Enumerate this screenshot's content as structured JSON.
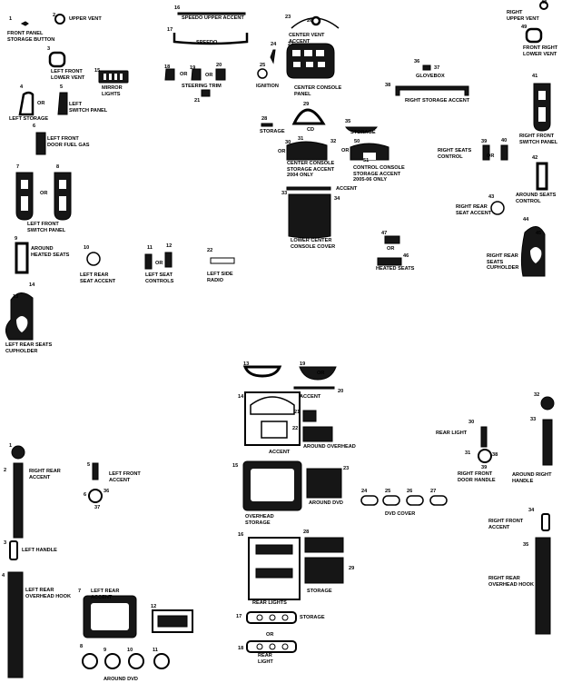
{
  "colors": {
    "ink": "#000000",
    "paper": "#ffffff",
    "piece": "#161616",
    "trim": "#e8e8e8"
  },
  "labels": [
    "FRONT PANEL\nSTORAGE BUTTON",
    "UPPER VENT",
    "SPEEDO UPPER ACCENT",
    "SPEEDO",
    "CENTER VENT\nACCENT",
    "CENTER CONSOLE\nPANEL",
    "IGNITION",
    "STEERING TRIM",
    "LEFT FRONT\nLOWER VENT",
    "MIRROR\nLIGHTS",
    "LEFT STORAGE",
    "LEFT\nSWITCH PANEL",
    "LEFT FRONT\nDOOR FUEL GAS",
    "LEFT FRONT\nSWITCH PANEL",
    "AROUND\nHEATED SEATS",
    "LEFT REAR\nSEAT ACCENT",
    "LEFT SEAT\nCONTROLS",
    "LEFT SIDE\nRADIO",
    "LEFT REAR SEATS\nCUPHOLDER",
    "STORAGE",
    "CD",
    "STORAGE",
    "CENTER CONSOLE\nSTORAGE ACCENT\n2004 ONLY",
    "CONTROL CONSOLE\nSTORAGE ACCENT\n2005-06 ONLY",
    "ACCENT",
    "LOWER CENTER\nCONSOLE COVER",
    "HEATED SEATS",
    "GLOVEBOX",
    "RIGHT STORAGE ACCENT",
    "RIGHT\nUPPER VENT",
    "FRONT RIGHT\nLOWER VENT",
    "RIGHT FRONT\nSWITCH PANEL",
    "RIGHT SEATS\nCONTROL",
    "AROUND SEATS\nCONTROL",
    "RIGHT REAR\nSEAT ACCENT",
    "RIGHT REAR\nSEATS\nCUPHOLDER",
    "ACCENT",
    "ACCENT",
    "AROUND OVERHEAD",
    "OVERHEAD\nSTORAGE",
    "AROUND DVD",
    "DVD COVER",
    "REAR LIGHTS",
    "STORAGE",
    "STORAGE",
    "REAR\nLIGHT",
    "REAR LIGHT",
    "RIGHT FRONT\nDOOR HANDLE",
    "AROUND RIGHT\nHANDLE",
    "RIGHT FRONT\nACCENT",
    "RIGHT REAR\nOVERHEAD HOOK",
    "RIGHT REAR\nACCENT",
    "LEFT FRONT\nACCENT",
    "LEFT HANDLE",
    "LEFT REAR\nOVERHEAD HOOK",
    "LEFT REAR\nACCENT",
    "AROUND DVD",
    "REAR OVERHEAD"
  ],
  "numbers": [
    "1",
    "2",
    "16",
    "17",
    "23",
    "26",
    "27",
    "24",
    "25",
    "18",
    "19",
    "20",
    "21",
    "3",
    "15",
    "4",
    "5",
    "6",
    "7",
    "8",
    "9",
    "10",
    "11",
    "12",
    "22",
    "13",
    "14",
    "28",
    "29",
    "35",
    "30",
    "31",
    "32",
    "50",
    "51",
    "33",
    "34",
    "47",
    "46",
    "36",
    "37",
    "38",
    "48",
    "49",
    "41",
    "39",
    "40",
    "42",
    "43",
    "44",
    "45",
    "13",
    "19",
    "20",
    "14",
    "21",
    "22",
    "15",
    "23",
    "24",
    "25",
    "26",
    "27",
    "16",
    "28",
    "29",
    "17",
    "18",
    "30",
    "31",
    "38",
    "39",
    "32",
    "33",
    "34",
    "35",
    "1",
    "2",
    "5",
    "6",
    "36",
    "37",
    "3",
    "4",
    "7",
    "12",
    "8",
    "9",
    "10",
    "11"
  ],
  "or_marks": [
    "OR",
    "OR",
    "OR",
    "OR",
    "OR",
    "OR",
    "OR",
    "OR",
    "OR",
    "OR",
    "OR",
    "OR"
  ]
}
